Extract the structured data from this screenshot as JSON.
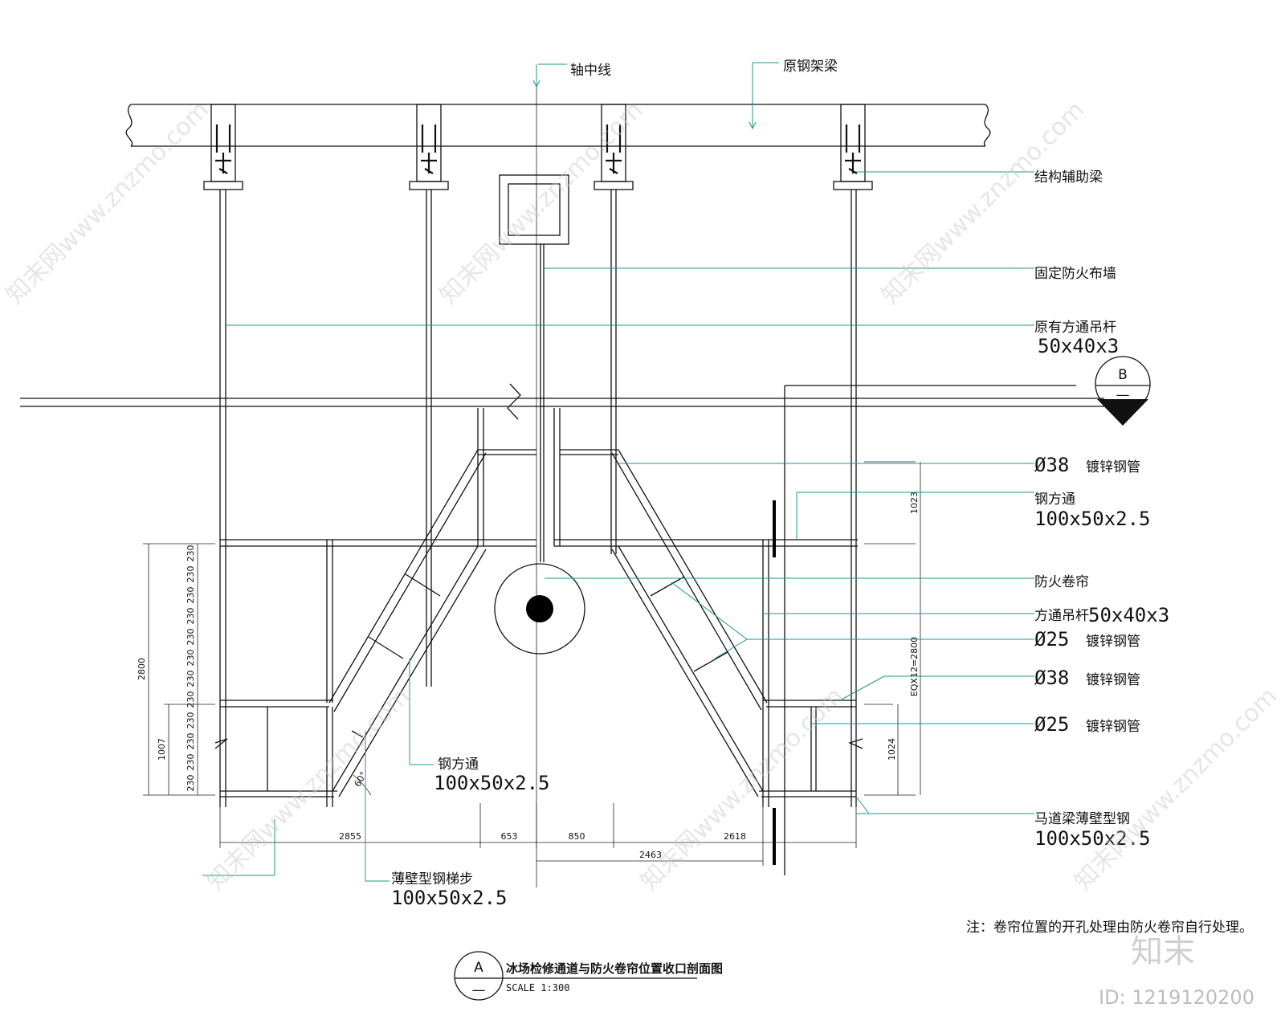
{
  "labels": {
    "axis_centerline": "轴中线",
    "original_truss_beam": "原钢架梁",
    "aux_beam": "结构辅助梁",
    "fixed_fire_wall": "固定防火布墙",
    "orig_hanger": "原有方通吊杆",
    "orig_hanger_spec": "50x40x3",
    "pipe38_a_dia": "Ø38",
    "pipe38_a_text": "镀锌钢管",
    "steel_tube": "钢方通",
    "steel_tube_spec": "100x50x2.5",
    "fire_shutter": "防火卷帘",
    "hanger": "方通吊杆",
    "hanger_spec": "50x40x3",
    "pipe25_a_dia": "Ø25",
    "pipe25_a_text": "镀锌钢管",
    "pipe38_b_dia": "Ø38",
    "pipe38_b_text": "镀锌钢管",
    "pipe25_b_dia": "Ø25",
    "pipe25_b_text": "镀锌钢管",
    "catwalk_beam": "马道梁薄壁型钢",
    "catwalk_beam_spec": "100x50x2.5",
    "left_tube": "钢方通",
    "left_tube_spec": "100x50x2.5",
    "step": "薄壁型钢梯步",
    "step_spec": "100x50x2.5"
  },
  "section_mark_b": {
    "top": "B",
    "bottom": "—"
  },
  "note": "注：卷帘位置的开孔处理由防火卷帘自行处理。",
  "title_block": {
    "mark_top": "A",
    "mark_bottom": "—",
    "title": "冰场检修通道与防火卷帘位置收口剖面图",
    "scale": "SCALE  1:300"
  },
  "dimensions": {
    "bottom_a": "2855",
    "bottom_b": "653",
    "bottom_c": "850",
    "bottom_d": "2618",
    "bottom_e": "2463",
    "left_total": "2800",
    "left_lower": "1007",
    "left_steps": "230",
    "right_upper": "1023",
    "right_eq": "EQX12=2800",
    "right_lower": "1024",
    "angle": "60°"
  },
  "watermark": {
    "text": "知末网www.znzmo.com",
    "brand": "知末",
    "id": "ID: 1219120200"
  }
}
